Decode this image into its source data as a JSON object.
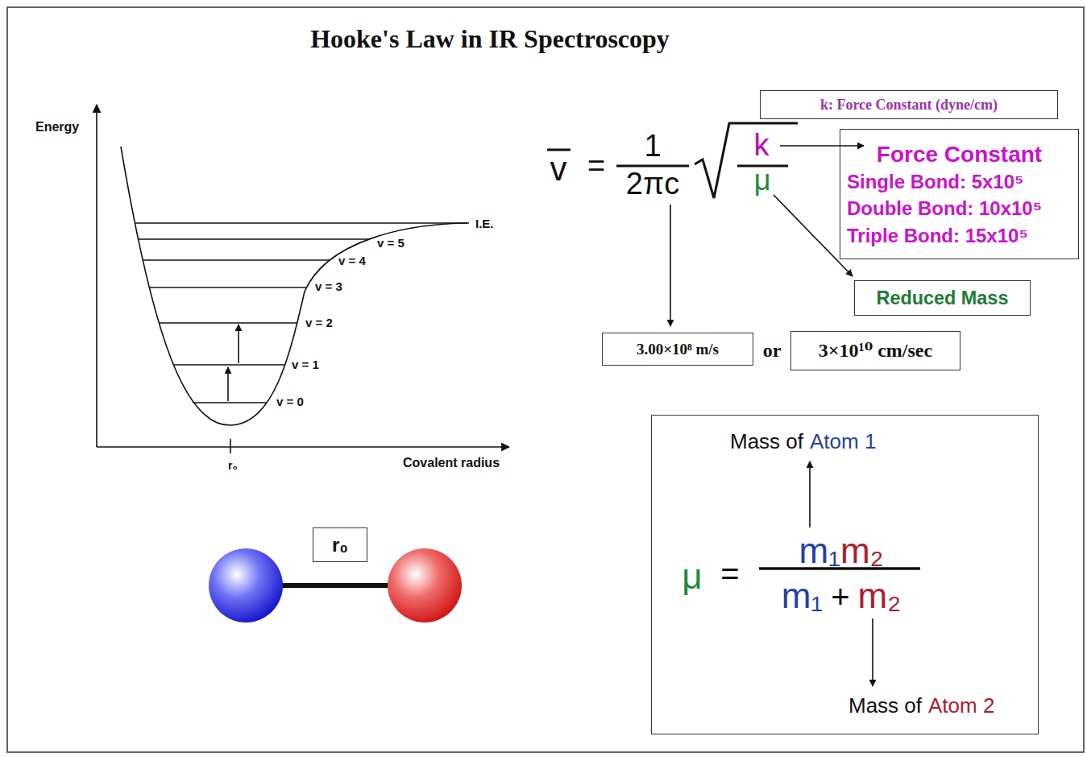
{
  "diagram": {
    "title": "Hooke's Law in IR Spectroscopy",
    "nodes": [
      {
        "text": [
          "k: Force Constant (dyne/cm)"
        ]
      },
      {
        "text": [
          "Force Constant",
          "Single Bond: 5x10⁵",
          "Double Bond: 10x10⁵",
          "Triple Bond: 15x10⁵"
        ]
      },
      {
        "text": [
          "Reduced Mass"
        ]
      },
      {
        "text": [
          "3.00×10⁸ m/s"
        ]
      },
      {
        "text": [
          "3×10¹⁰ cm/sec"
        ]
      },
      {
        "text": [
          "r₀"
        ]
      },
      {
        "text": [
          "Mass of",
          "Atom 1",
          "μ",
          "=",
          "m₁",
          "m₂",
          "m₁",
          "+",
          "m₂",
          "Mass of",
          "Atom 2"
        ]
      }
    ],
    "labels": [
      "Energy",
      "I.E.",
      "v = 5",
      "v = 4",
      "v = 3",
      "v = 2",
      "v = 1",
      "v = 0",
      "r₀",
      "Covalent radius",
      "v",
      "=",
      "1",
      "2πc",
      "k",
      "μ",
      "or"
    ]
  }
}
